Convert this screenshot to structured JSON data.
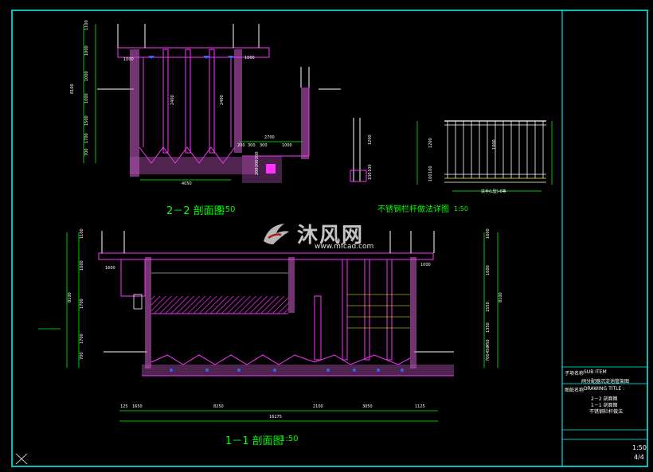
{
  "titles": {
    "section_22": "2－2 剖面图",
    "section_22_scale": "1:50",
    "section_11": "1－1 剖面图",
    "section_11_scale": "1:50",
    "railing": "不锈钢栏杆做法详图",
    "railing_scale": "1:50"
  },
  "watermark": {
    "brand": "沐风网",
    "url": "www.mfcad.com"
  },
  "title_block": {
    "project_label": "子项名称",
    "project_label_en": "SUB ITEM",
    "project_name": "阀分配器沉淀池管架图",
    "drawing_label": "图纸名称",
    "drawing_label_en": "DRAWING TITLE :",
    "drawing_titles": [
      "2－2 剖面图",
      "1－1 剖面图",
      "不锈钢栏杆做法"
    ],
    "scale": "1:50",
    "sheet": "4/4"
  },
  "dims_22": {
    "left_vertical": [
      "1100",
      "1000",
      "1000",
      "1000",
      "1500",
      "1700",
      "700"
    ],
    "left_total": "8100",
    "top": [
      "1000",
      "1000"
    ],
    "inner": [
      "2400",
      "2400"
    ],
    "right_group": [
      "2700",
      "200",
      "300",
      "300",
      "1000"
    ],
    "bottom": "4050",
    "small": [
      "200",
      "200",
      "200"
    ]
  },
  "dims_railing": {
    "left": [
      "1200",
      "100",
      "100"
    ],
    "right": [
      "1200",
      "100",
      "100"
    ],
    "center": "1000",
    "note": "扶手(L型)-6等"
  },
  "dims_11": {
    "left_vertical": [
      "1100",
      "1600",
      "1700",
      "1700",
      "700"
    ],
    "left_total": "8100",
    "top_left": "1600",
    "top_right": "1000",
    "right_vertical": [
      "1600",
      "1600",
      "1550",
      "1350",
      "450",
      "450",
      "700"
    ],
    "right_total": "8100",
    "bottom": [
      "125",
      "1650",
      "8250",
      "2100",
      "3050",
      "1125"
    ],
    "bottom_total": "16275"
  }
}
